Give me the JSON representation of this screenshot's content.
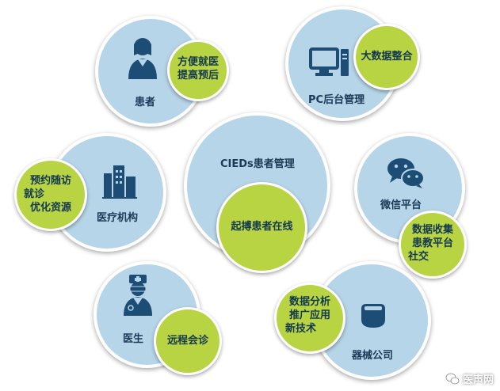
{
  "center": {
    "title": "CIEDs患者管理",
    "sub": "起搏患者在线"
  },
  "nodes": {
    "patient": {
      "label": "患者",
      "green": [
        "方便就医",
        "提高预后"
      ],
      "icon": "patient-icon"
    },
    "pc": {
      "label": "PC后台管理",
      "green": [
        "大数据整合"
      ],
      "icon": "computer-icon"
    },
    "hospital": {
      "label": "医疗机构",
      "green": [
        "预约随访",
        "就诊",
        "优化资源"
      ],
      "icon": "building-icon"
    },
    "wechat": {
      "label": "微信平台",
      "green": [
        "数据收集",
        "患教平台",
        "社交"
      ],
      "icon": "wechat-icon"
    },
    "doctor": {
      "label": "医生",
      "green": [
        "远程会诊"
      ],
      "icon": "doctor-icon"
    },
    "device": {
      "label": "器械公司",
      "green": [
        "数据分析",
        "推广应用",
        "新技术"
      ],
      "icon": "pacemaker-icon"
    }
  },
  "watermark": {
    "text": "医声网",
    "icon": "wechat-logo-icon"
  },
  "colors": {
    "blue": "#b6d5e8",
    "green": "#b9d443",
    "icon": "#1d4d75",
    "text": "#1a3a57"
  }
}
